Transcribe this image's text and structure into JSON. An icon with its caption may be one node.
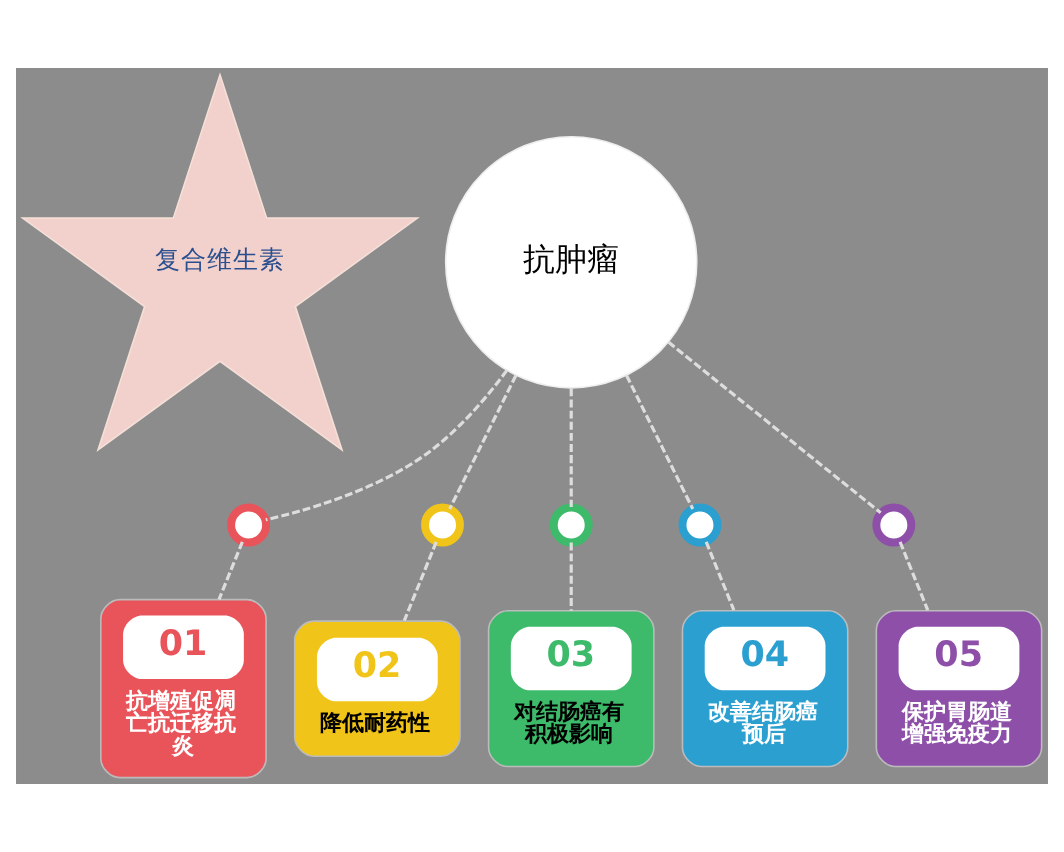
{
  "diagram": {
    "nodes": [
      {
        "text": [
          "复合维生素"
        ]
      },
      {
        "text": [
          "抗肿瘤"
        ]
      },
      {
        "text": [],
        "shape": "circle"
      },
      {
        "text": [],
        "shape": "circle"
      },
      {
        "text": [],
        "shape": "circle"
      },
      {
        "text": [],
        "shape": "circle"
      },
      {
        "text": [],
        "shape": "circle"
      },
      {
        "text": [
          "01",
          "抗增殖促凋亡抗迁移抗炎"
        ]
      },
      {
        "text": [
          "02",
          "降低耐药性"
        ]
      },
      {
        "text": [
          "03",
          "对结肠癌有积极影响"
        ]
      },
      {
        "text": [
          "04",
          "改善结肠癌预后"
        ]
      },
      {
        "text": [
          "05",
          "保护胃肠道增强免疫力"
        ]
      }
    ],
    "edges": [
      {
        "from": 1,
        "to": 2,
        "arrow": "none",
        "style": "dashed"
      },
      {
        "from": 1,
        "to": 3,
        "arrow": "none",
        "style": "dashed"
      },
      {
        "from": 1,
        "to": 4,
        "arrow": "none",
        "style": "dashed"
      },
      {
        "from": 1,
        "to": 5,
        "arrow": "none",
        "style": "dashed"
      },
      {
        "from": 1,
        "to": 6,
        "arrow": "none",
        "style": "dashed"
      },
      {
        "from": 2,
        "to": 7,
        "arrow": "none",
        "style": "dashed"
      },
      {
        "from": 3,
        "to": 8,
        "arrow": "none",
        "style": "dashed"
      },
      {
        "from": 4,
        "to": 9,
        "arrow": "none",
        "style": "dashed"
      },
      {
        "from": 5,
        "to": 10,
        "arrow": "none",
        "style": "dashed"
      },
      {
        "from": 6,
        "to": 11,
        "arrow": "none",
        "style": "dashed"
      }
    ]
  }
}
